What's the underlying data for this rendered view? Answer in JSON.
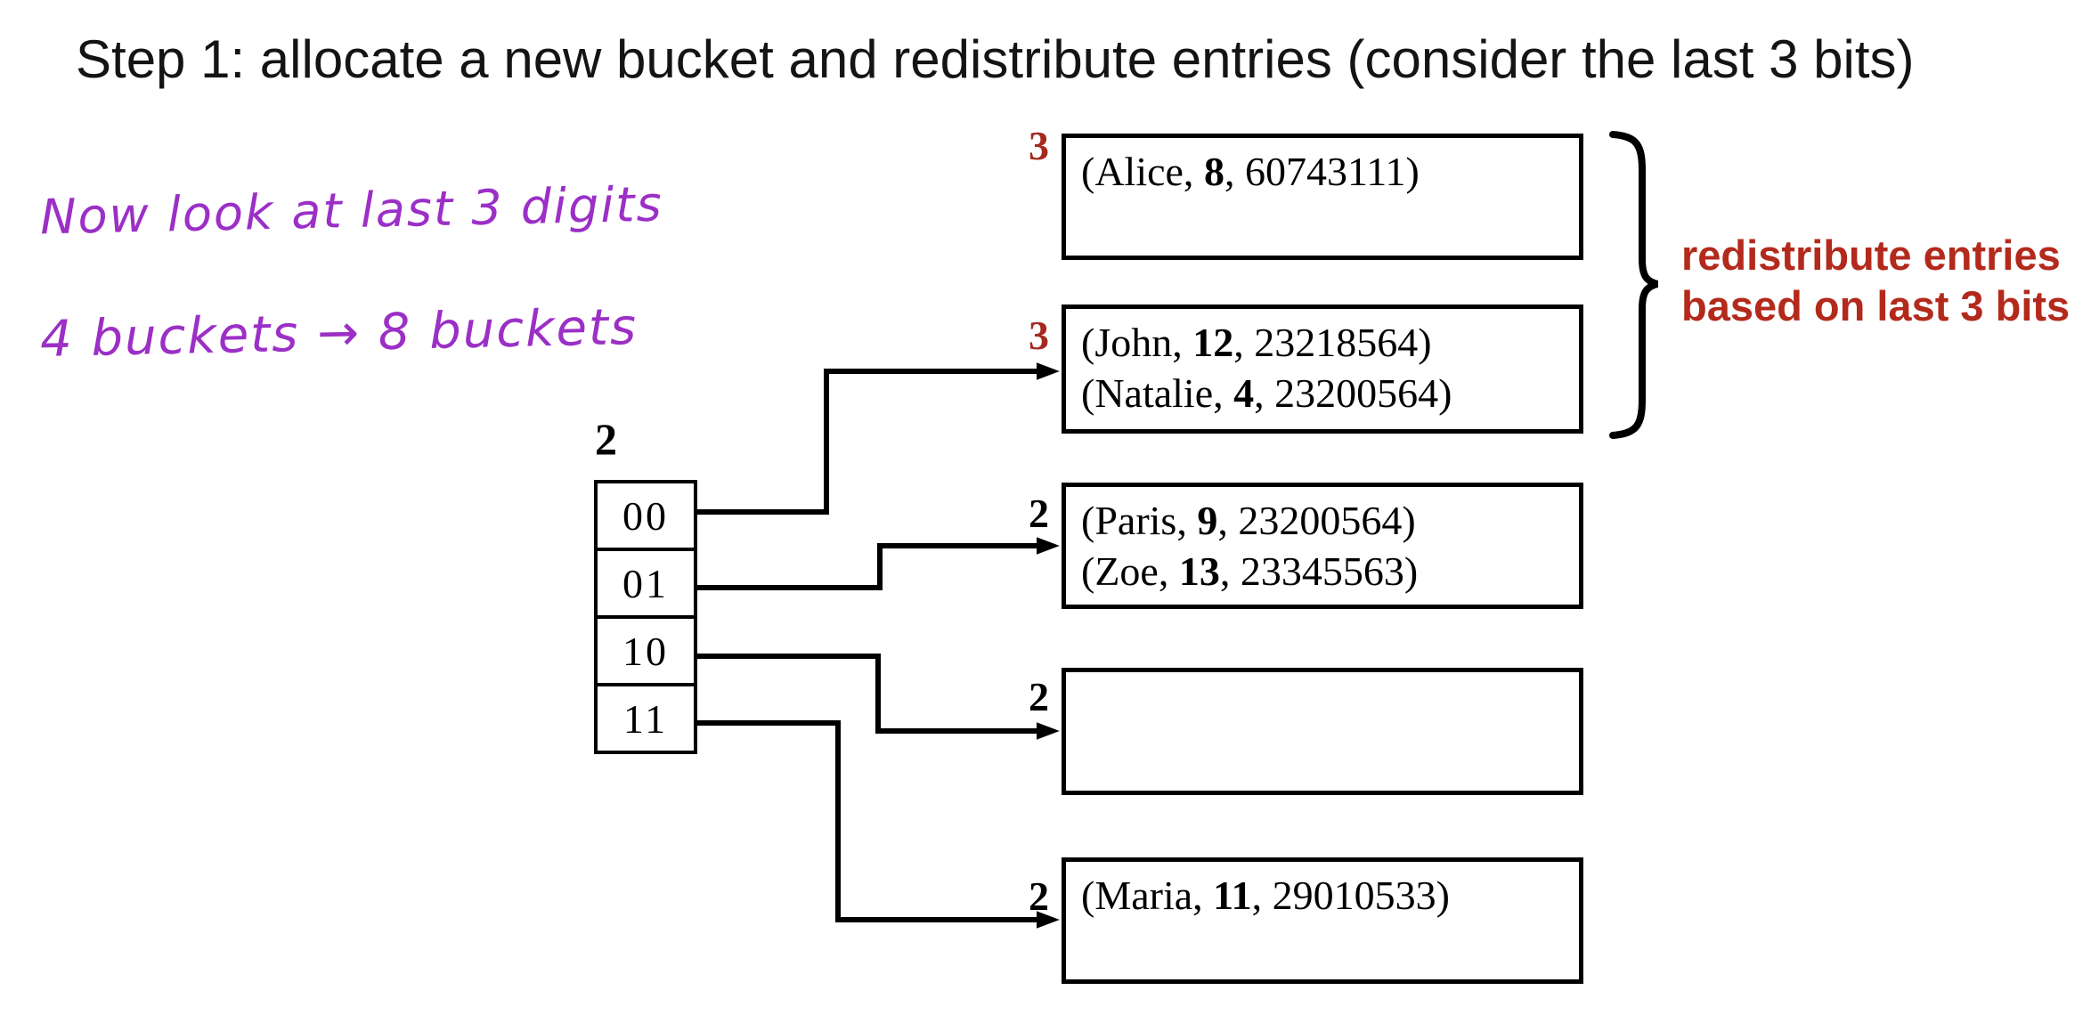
{
  "title": "Step 1: allocate a new bucket and redistribute entries (consider the last 3 bits)",
  "annotations": {
    "handwritten_line1": "Now look at last 3 digits",
    "handwritten_line2": "4 buckets → 8 buckets",
    "handwritten_color": "#9b2fc6",
    "note_line1": "redistribute entries",
    "note_line2": "based on last 3 bits",
    "note_color": "#b32a1c"
  },
  "directory": {
    "global_depth": "2",
    "entries": [
      "00",
      "01",
      "10",
      "11"
    ]
  },
  "buckets": [
    {
      "local_depth": "3",
      "depth_color": "#a5291f",
      "entries": [
        {
          "name": "Alice",
          "key": "8",
          "value": "60743111"
        }
      ]
    },
    {
      "local_depth": "3",
      "depth_color": "#a5291f",
      "entries": [
        {
          "name": "John",
          "key": "12",
          "value": "23218564"
        },
        {
          "name": "Natalie",
          "key": "4",
          "value": "23200564"
        }
      ]
    },
    {
      "local_depth": "2",
      "depth_color": "#000000",
      "entries": [
        {
          "name": "Paris",
          "key": "9",
          "value": "23200564"
        },
        {
          "name": "Zoe",
          "key": "13",
          "value": "23345563"
        }
      ]
    },
    {
      "local_depth": "2",
      "depth_color": "#000000",
      "entries": []
    },
    {
      "local_depth": "2",
      "depth_color": "#000000",
      "entries": [
        {
          "name": "Maria",
          "key": "11",
          "value": "29010533"
        }
      ]
    }
  ],
  "pointers": [
    {
      "from": "00",
      "to_bucket": 1
    },
    {
      "from": "01",
      "to_bucket": 2
    },
    {
      "from": "10",
      "to_bucket": 3
    },
    {
      "from": "11",
      "to_bucket": 4
    }
  ]
}
